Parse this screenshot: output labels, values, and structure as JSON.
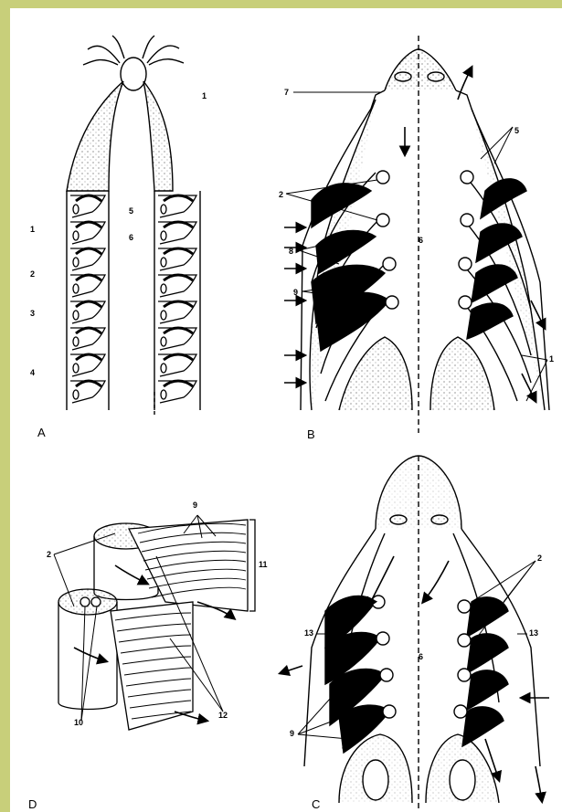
{
  "panel_labels": {
    "A": "A",
    "B": "B",
    "C": "C",
    "D": "D"
  },
  "labels": {
    "a1": "1",
    "a5": "5",
    "a6": "6",
    "a_left1": "1",
    "a_left2": "2",
    "a_left3": "3",
    "a_left4": "4",
    "b7": "7",
    "b5": "5",
    "b2": "2",
    "b8": "8",
    "b9": "9",
    "b6": "6",
    "b1": "1",
    "d9": "9",
    "d11": "11",
    "d2": "2",
    "d12": "12",
    "d10": "10",
    "c2": "2",
    "c13l": "13",
    "c13r": "13",
    "c9": "9",
    "c6": "6"
  },
  "colors": {
    "frame": "#c8cf7a",
    "ink": "#000000",
    "paper": "#ffffff"
  }
}
